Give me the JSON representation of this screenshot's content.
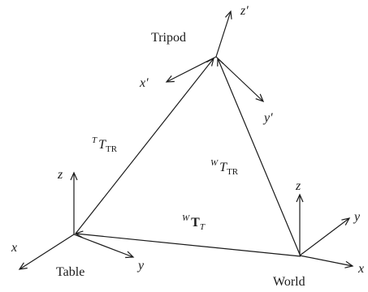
{
  "frames": {
    "tripod": {
      "name": "Tripod",
      "axis_x": "x′",
      "axis_y": "y′",
      "axis_z": "z′"
    },
    "table": {
      "name": "Table",
      "axis_x": "x",
      "axis_y": "y",
      "axis_z": "z"
    },
    "world": {
      "name": "World",
      "axis_x": "x",
      "axis_y": "y",
      "axis_z": "z"
    }
  },
  "transforms": {
    "table_to_tripod": {
      "superscript": "T",
      "symbol": "T",
      "subscript": "TR"
    },
    "world_to_tripod": {
      "superscript": "W",
      "symbol": "T",
      "subscript": "TR"
    },
    "world_to_table": {
      "superscript": "W",
      "symbol": "T",
      "subscript": "T"
    }
  },
  "colors": {
    "ink": "#1a1a1a",
    "background": "#ffffff"
  }
}
